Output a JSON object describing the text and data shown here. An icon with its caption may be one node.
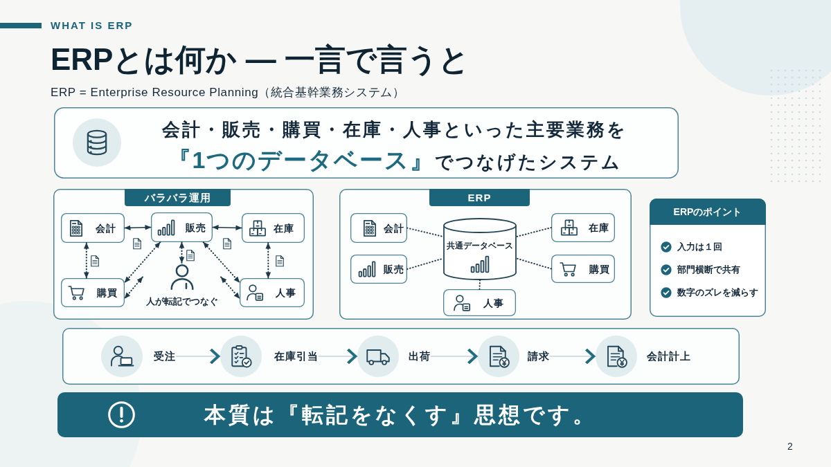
{
  "diagram": {
    "title": "ERPとは何か — 一言で言うと",
    "nodes": [
      {
        "text": [
          "会計・販売・購買・在庫・人事といった主要業務を**『1つのデータベース』**でつなげたシステム"
        ]
      },
      {
        "text": [
          "バラバラ運用"
        ]
      },
      {
        "text": [
          "会計"
        ],
        "in": 1
      },
      {
        "text": [
          "販売"
        ],
        "in": 1
      },
      {
        "text": [
          "在庫"
        ],
        "in": 1
      },
      {
        "text": [
          "購買"
        ],
        "in": 1
      },
      {
        "text": [
          "人事"
        ],
        "in": 1
      },
      {
        "text": [
          "人が転記でつなぐ"
        ],
        "in": 1
      },
      {
        "text": [
          "ERP"
        ]
      },
      {
        "text": [
          "会計"
        ],
        "in": 8
      },
      {
        "text": [
          "販売"
        ],
        "in": 8
      },
      {
        "text": [
          "共通データベース"
        ],
        "in": 8
      },
      {
        "text": [
          "在庫"
        ],
        "in": 8
      },
      {
        "text": [
          "購買"
        ],
        "in": 8
      },
      {
        "text": [
          "人事"
        ],
        "in": 8
      },
      {
        "text": [
          "ERPのポイント",
          "入力は１回",
          "部門横断で共有",
          "数字のズレを減らす"
        ]
      },
      {
        "text": [],
        "shape": "box"
      },
      {
        "text": [
          "受注"
        ],
        "in": 16
      },
      {
        "text": [
          "在庫引当"
        ],
        "in": 16
      },
      {
        "text": [
          "出荷"
        ],
        "in": 16
      },
      {
        "text": [
          "請求"
        ],
        "in": 16
      },
      {
        "text": [
          "会計計上"
        ],
        "in": 16
      },
      {
        "text": [
          "本質は『転記をなくす』思想です。"
        ]
      }
    ],
    "edges": [
      {
        "from": 2,
        "to": 3,
        "arrow": "both"
      },
      {
        "from": 3,
        "to": 4,
        "arrow": "both"
      },
      {
        "from": 2,
        "to": 5,
        "arrow": "both",
        "style": "dashed"
      },
      {
        "from": 4,
        "to": 6,
        "arrow": "both",
        "style": "dashed"
      },
      {
        "from": 3,
        "to": 7,
        "arrow": "both",
        "style": "dashed"
      },
      {
        "from": 3,
        "to": 5,
        "arrow": "both",
        "style": "dashed"
      },
      {
        "from": 7,
        "to": 5,
        "arrow": "both",
        "style": "dashed"
      },
      {
        "from": 3,
        "to": 6,
        "arrow": "both",
        "style": "dashed"
      },
      {
        "from": 7,
        "to": 6,
        "arrow": "both",
        "style": "dashed"
      },
      {
        "from": 9,
        "to": 11,
        "arrow": "none",
        "style": "dashed"
      },
      {
        "from": 10,
        "to": 11,
        "arrow": "none",
        "style": "dashed"
      },
      {
        "from": 12,
        "to": 11,
        "arrow": "none",
        "style": "dashed"
      },
      {
        "from": 13,
        "to": 11,
        "arrow": "none",
        "style": "dashed"
      },
      {
        "from": 14,
        "to": 11,
        "arrow": "none",
        "style": "dashed"
      },
      {
        "from": 17,
        "to": 18,
        "arrow": "to",
        "color": "#1f6b80"
      },
      {
        "from": 18,
        "to": 19,
        "arrow": "to",
        "color": "#1f6b80"
      },
      {
        "from": 19,
        "to": 20,
        "arrow": "to",
        "color": "#1f6b80"
      },
      {
        "from": 20,
        "to": 21,
        "arrow": "to",
        "color": "#1f6b80"
      }
    ],
    "labels": [
      "WHAT IS ERP",
      "ERP = Enterprise Resource Planning（統合基幹業務システム）",
      "2"
    ]
  }
}
